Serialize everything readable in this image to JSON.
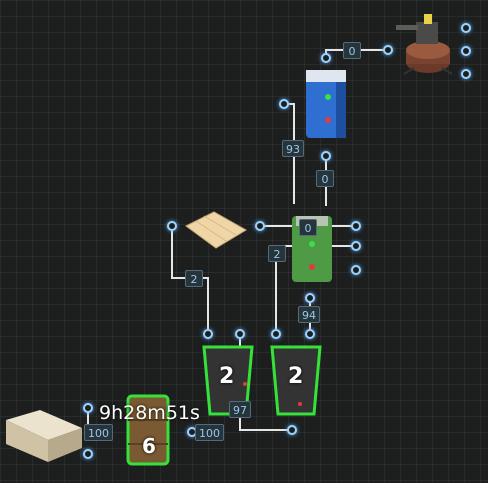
{
  "labels": {
    "turret_link": "0",
    "battery_out": "93",
    "battery_in": "0",
    "splitter_top": "0",
    "splitter_left": "2",
    "panel_left": "2",
    "splitter_down": "94",
    "switch_out": "97",
    "storage_left": "100",
    "storage_right": "100"
  },
  "components": {
    "switch_a_count": "2",
    "switch_b_count": "2",
    "storage_count": "6",
    "timer": "9h28m51s"
  },
  "colors": {
    "wire": "#e6e6e6",
    "node_glow": "#9cd3ff",
    "highlight": "#35e23a",
    "battery_blue": "#2f6fd2",
    "splitter_green": "#4e9a45"
  }
}
